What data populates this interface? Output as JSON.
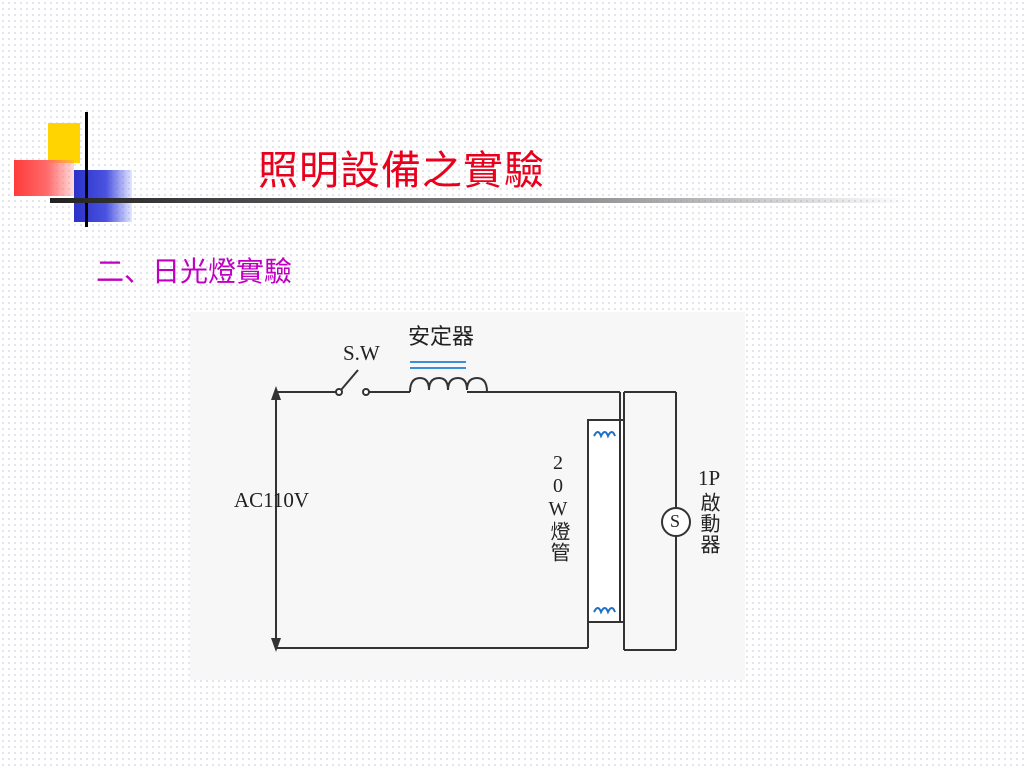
{
  "slide": {
    "title": "照明設備之實驗",
    "subtitle": "二、日光燈實驗"
  },
  "diagram": {
    "labels": {
      "ballast": "安定器",
      "switch": "S.W",
      "source": "AC110V",
      "lamp": "20W燈管",
      "starter_type": "1P",
      "starter": "啟動器",
      "starter_symbol": "S"
    }
  },
  "colors": {
    "title": "#e8001c",
    "subtitle": "#c000c0",
    "ballast_core": "#3a8fd8",
    "lamp_filament": "#1e6fc8"
  }
}
